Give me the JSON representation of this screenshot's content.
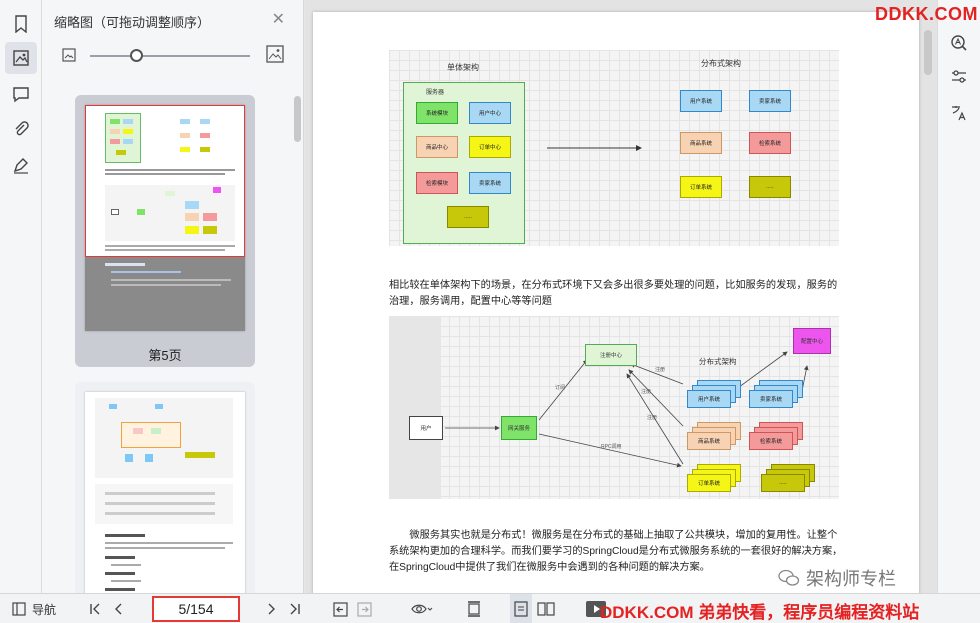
{
  "thumbnails_panel": {
    "title": "缩略图（可拖动调整顺序）",
    "close_icon": "close-icon",
    "selected_page_label": "第5页"
  },
  "document": {
    "fig1": {
      "monolith_title": "单体架构",
      "server_label": "服务器",
      "monolith_boxes": [
        "系统模块",
        "用户中心",
        "商品中心",
        "订单中心",
        "检索模块",
        "卖家系统",
        "....."
      ],
      "distributed_title": "分布式架构",
      "distributed_boxes": [
        "用户系统",
        "卖家系统",
        "商品系统",
        "检索系统",
        "订单系统",
        "....."
      ]
    },
    "paragraph1": "相比较在单体架构下的场景，在分布式环境下又会多出很多要处理的问题，比如服务的发现，服务的治理，服务调用，配置中心等等问题",
    "fig2": {
      "user": "用户",
      "gateway": "网关服务",
      "registry": "注册中心",
      "config": "配置中心",
      "title": "分布式架构",
      "edge_subscribe": "订阅",
      "edge_register1": "注册",
      "edge_register2": "注册",
      "edge_register3": "注册",
      "edge_rpc": "RPC调用",
      "services": [
        "用户系统",
        "卖家系统",
        "商品系统",
        "检索系统",
        "订单系统",
        "....."
      ]
    },
    "paragraph2": "微服务其实也就是分布式！微服务是在分布式的基础上抽取了公共模块，增加的复用性。让整个系统架构更加的合理科学。而我们要学习的SpringCloud是分布式微服务系统的一套很好的解决方案，在SpringCloud中提供了我们在微服务中会遇到的各种问题的解决方案。"
  },
  "bottom_bar": {
    "nav_label": "导航",
    "page_indicator": "5/154"
  },
  "watermarks": {
    "top": "DDKK.COM",
    "bottom": "DDKK.COM 弟弟快看，程序员编程资料站",
    "wechat": "架构师专栏"
  },
  "colors": {
    "highlight_red": "#e53935",
    "green": "#7fe36a",
    "light_blue": "#a9d8f5",
    "peach": "#f8d3b3",
    "yellow": "#f5f516",
    "salmon": "#f59a9a",
    "olive": "#c8c80a",
    "magenta": "#ee55ee"
  }
}
